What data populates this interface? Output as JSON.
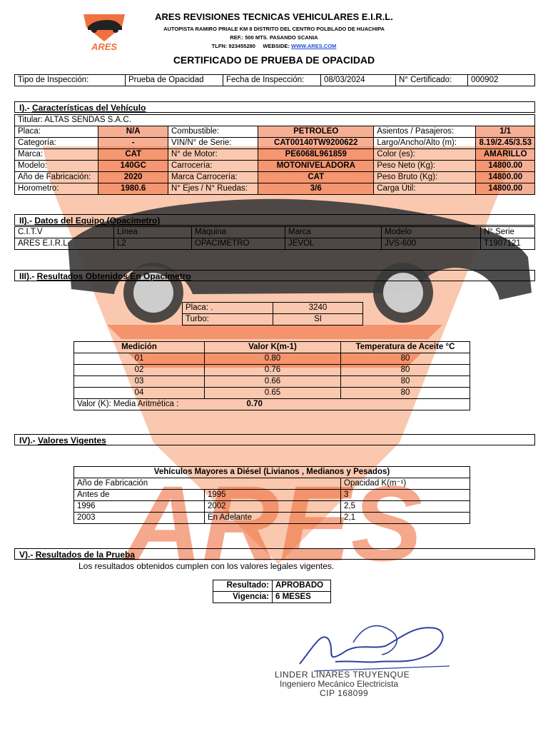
{
  "header": {
    "company": "ARES REVISIONES TECNICAS VEHICULARES E.I.R.L.",
    "address": "AUTOPISTA RAMIRO PRIALE KM 8 DISTRITO DEL CENTRO POLBLADO DE HUACHIPA",
    "ref": "REF.: 500 MTS. PASANDO SCANIA",
    "phone_label": "TLFN: 923455280",
    "website_label": "WEBSIDE:",
    "website": "WWW.ARES.COM",
    "logo_text": "ARES",
    "title": "CERTIFICADO DE PRUEBA DE OPACIDAD"
  },
  "inspection": {
    "type_label": "Tipo de Inspección:",
    "type_value": "Prueba de Opacidad",
    "date_label": "Fecha de Inspección:",
    "date_value": "08/03/2024",
    "cert_label": "N° Certificado:",
    "cert_value": "000902"
  },
  "sections": {
    "s1_num": "I).-",
    "s1_title": "Características del Vehículo",
    "s2_num": "II).-",
    "s2_title": "Datos del Equipo (Opacímetro)",
    "s3_num": "III).-",
    "s3_title": "Resultados Obtenidos En Opacímetro",
    "s4_num": "IV).-",
    "s4_title": "Valores Vigentes",
    "s5_num": "V).-",
    "s5_title": "Resultados de la Prueba"
  },
  "vehicle": {
    "titular": "Titular: ALTAS SENDAS S.A.C.",
    "rows": [
      [
        "Placa:",
        "N/A",
        "Combustible:",
        "PETROLEO",
        "Asientos / Pasajeros:",
        "1/1"
      ],
      [
        "Categoría:",
        "-",
        "VIN/N° de Serie:",
        "CAT00140TW9200622",
        "Largo/Ancho/Alto (m):",
        "8.19/2.45/3.53"
      ],
      [
        "Marca:",
        "CAT",
        "N° de Motor:",
        "PE6068L961859",
        "Color (es):",
        "AMARILLO"
      ],
      [
        "Modelo:",
        "140GC",
        "Carrocería:",
        "MOTONIVELADORA",
        "Peso Neto (Kg):",
        "14800.00"
      ],
      [
        "Año de Fabricación:",
        "2020",
        "Marca Carrocería:",
        "CAT",
        "Peso Bruto (Kg):",
        "14800.00"
      ],
      [
        "Horometro:",
        "1980.6",
        "N° Ejes / N° Ruedas:",
        "3/6",
        "Carga Útil:",
        "14800.00"
      ]
    ]
  },
  "equipment": {
    "headers": [
      "C.I.T.V",
      "Línea",
      "Máquina",
      "Marca",
      "Modelo",
      "N° Serie"
    ],
    "values": [
      "ARES E.I.R.L.",
      "L2",
      "OPACIMETRO",
      "JEVOL",
      "JVS-600",
      "T1907121"
    ]
  },
  "opacity": {
    "placa_label": "Placa: .",
    "placa_value": "3240",
    "turbo_label": "Turbo:",
    "turbo_value": "SI",
    "headers": [
      "Medición",
      "Valor K(m-1)",
      "Temperatura de Aceite °C"
    ],
    "rows": [
      [
        "01",
        "0.80",
        "80"
      ],
      [
        "02",
        "0.76",
        "80"
      ],
      [
        "03",
        "0.66",
        "80"
      ],
      [
        "04",
        "0.65",
        "80"
      ]
    ],
    "mean_label": "Valor (K): Media Aritmética :",
    "mean_value": "0.70"
  },
  "limits": {
    "title": "Vehículos Mayores a Diésel (Livianos , Medianos y Pesados)",
    "col1": "Año de Fabricación",
    "col2": "Opacidad K(m⁻¹)",
    "rows": [
      [
        "Antes de",
        "1995",
        "3"
      ],
      [
        "1996",
        "2002",
        "2,5"
      ],
      [
        "2003",
        "En Adelante",
        "2,1"
      ]
    ]
  },
  "result": {
    "note": "Los resultados obtenidos cumplen con los valores legales vigentes.",
    "result_label": "Resultado:",
    "result_value": "APROBADO",
    "validity_label": "Vigencia:",
    "validity_value": "6 MESES"
  },
  "signature": {
    "name": "LINDER LINARES TRUYENQUE",
    "role": "Ingeniero Mecánico Electricista",
    "cip": "CIP 168099"
  },
  "colors": {
    "accent": "#f07040",
    "link": "#1f4fd8",
    "signature_ink": "#2d3f9e"
  }
}
